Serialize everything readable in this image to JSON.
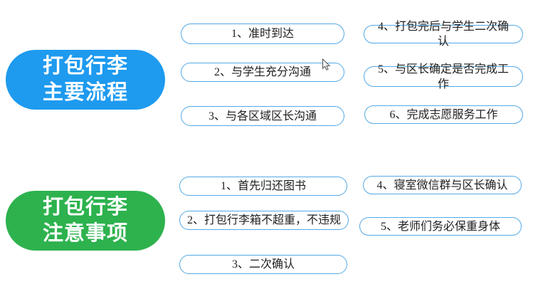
{
  "colors": {
    "blue": "#1E9AEF",
    "green": "#2DB24E",
    "item-border": "#54A9E6",
    "text": "#1F1F1F"
  },
  "process": {
    "title": "打包行李\n主要流程",
    "items": [
      "1、准时到达",
      "2、与学生充分沟通",
      "3、与各区域区长沟通",
      "4、打包完后与学生二次确\n认",
      "5、与区长确定是否完成工\n作",
      "6、完成志愿服务工作"
    ]
  },
  "notes": {
    "title": "打包行李\n注意事项",
    "items": [
      "1、首先归还图书",
      "2、打包行李箱不超重，不违规",
      "3、二次确认",
      "4、寝室微信群与区长确认",
      "5、老师们务必保重身体"
    ]
  },
  "icons": {
    "cursor": "arrow-pointer"
  }
}
